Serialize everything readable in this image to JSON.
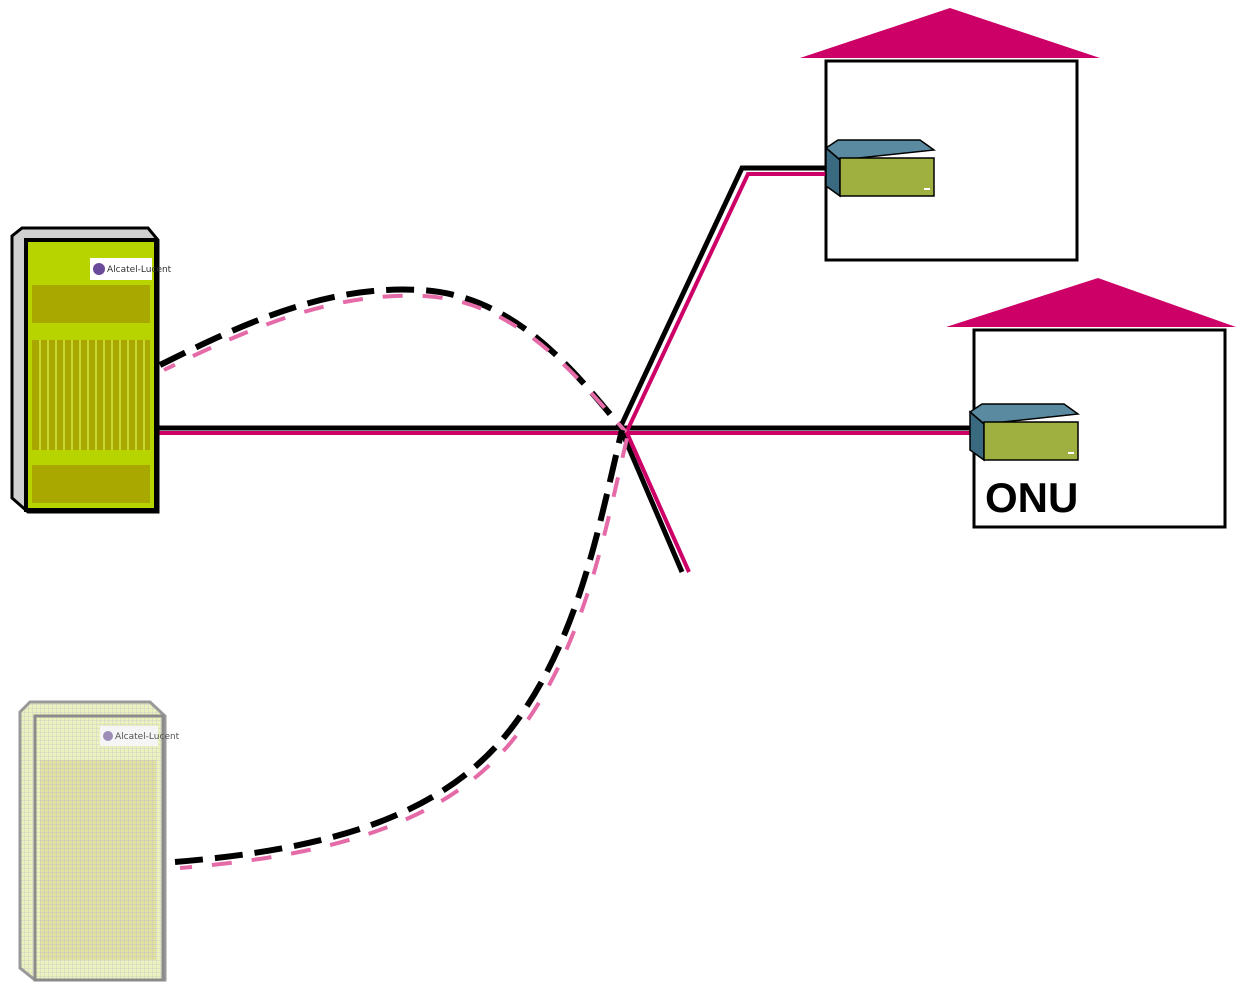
{
  "labels": {
    "onu": "ONU",
    "olt_logo": "Alcatel-Lucent",
    "olt_standby_logo": "Alcatel-Lucent"
  },
  "colors": {
    "fiber_magenta": "#cc0066",
    "fiber_black": "#000000",
    "roof": "#cc0066",
    "olt_body": "#b8d400",
    "olt_panel": "#a8a800",
    "onu_top": "#5a8aa0",
    "onu_front": "#a0b040"
  },
  "nodes": {
    "olt_primary": "active",
    "olt_standby": "standby",
    "onu_count": 2
  }
}
